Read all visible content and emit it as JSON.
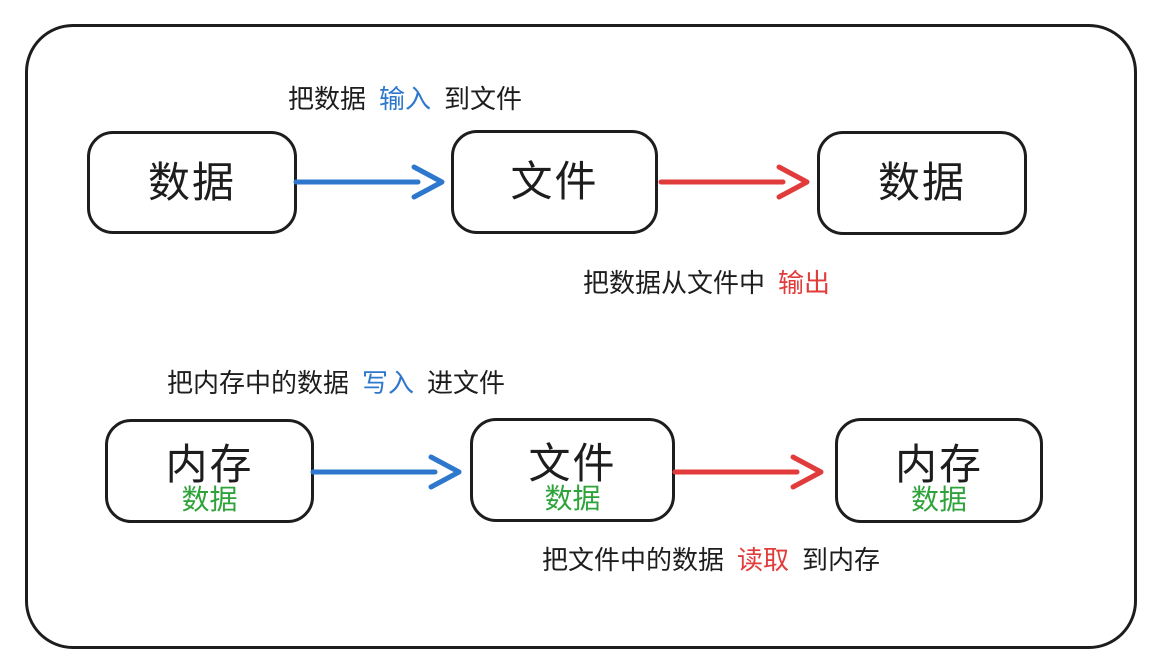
{
  "colors": {
    "black": "#1d1d1d",
    "blue": "#2d77cc",
    "red": "#e23b3b",
    "green": "#2ea339"
  },
  "diagram_io": {
    "input_caption": {
      "prefix": "把数据",
      "highlight": "输入",
      "suffix": "到文件"
    },
    "output_caption": {
      "prefix": "把数据从文件中",
      "highlight": "输出",
      "suffix": ""
    },
    "nodes": {
      "source": {
        "label": "数据"
      },
      "file": {
        "label": "文件"
      },
      "dest": {
        "label": "数据"
      }
    }
  },
  "diagram_rw": {
    "write_caption": {
      "prefix": "把内存中的数据",
      "highlight": "写入",
      "suffix": "进文件"
    },
    "read_caption": {
      "prefix": "把文件中的数据",
      "highlight": "读取",
      "suffix": "到内存"
    },
    "nodes": {
      "memory_src": {
        "label": "内存",
        "sublabel": "数据"
      },
      "file": {
        "label": "文件",
        "sublabel": "数据"
      },
      "memory_dst": {
        "label": "内存",
        "sublabel": "数据"
      }
    }
  }
}
